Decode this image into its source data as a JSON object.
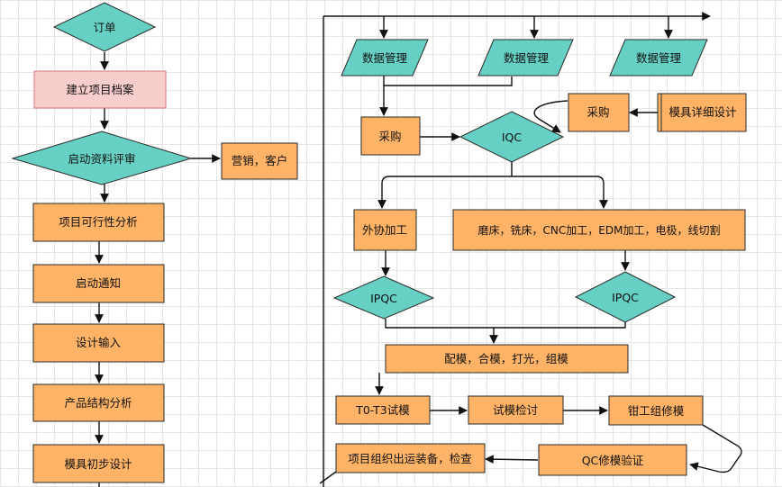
{
  "left_flow": {
    "order": "订单",
    "create_archive": "建立项目档案",
    "kickoff_review": "启动资料评审",
    "marketing_customer": "营销，客户",
    "feasibility": "项目可行性分析",
    "start_notice": "启动通知",
    "design_input": "设计输入",
    "structure_analysis": "产品结构分析",
    "preliminary_design": "模具初步设计"
  },
  "right_flow": {
    "data_mgmt_1": "数据管理",
    "data_mgmt_2": "数据管理",
    "data_mgmt_3": "数据管理",
    "purchase_1": "采购",
    "iqc": "IQC",
    "purchase_2": "采购",
    "detailed_design": "模具详细设计",
    "outsourcing": "外协加工",
    "machining": "磨床，铣床，CNC加工，EDM加工，电极，线切割",
    "ipqc_1": "IPQC",
    "ipqc_2": "IPQC",
    "assembly": "配模，合模，打光，组模",
    "trial": "T0-T3试模",
    "trial_review": "试模检讨",
    "fitter_repair": "钳工组修模",
    "qc_verify": "QC修模验证",
    "ship_check": "项目组织出运装备，检查"
  }
}
